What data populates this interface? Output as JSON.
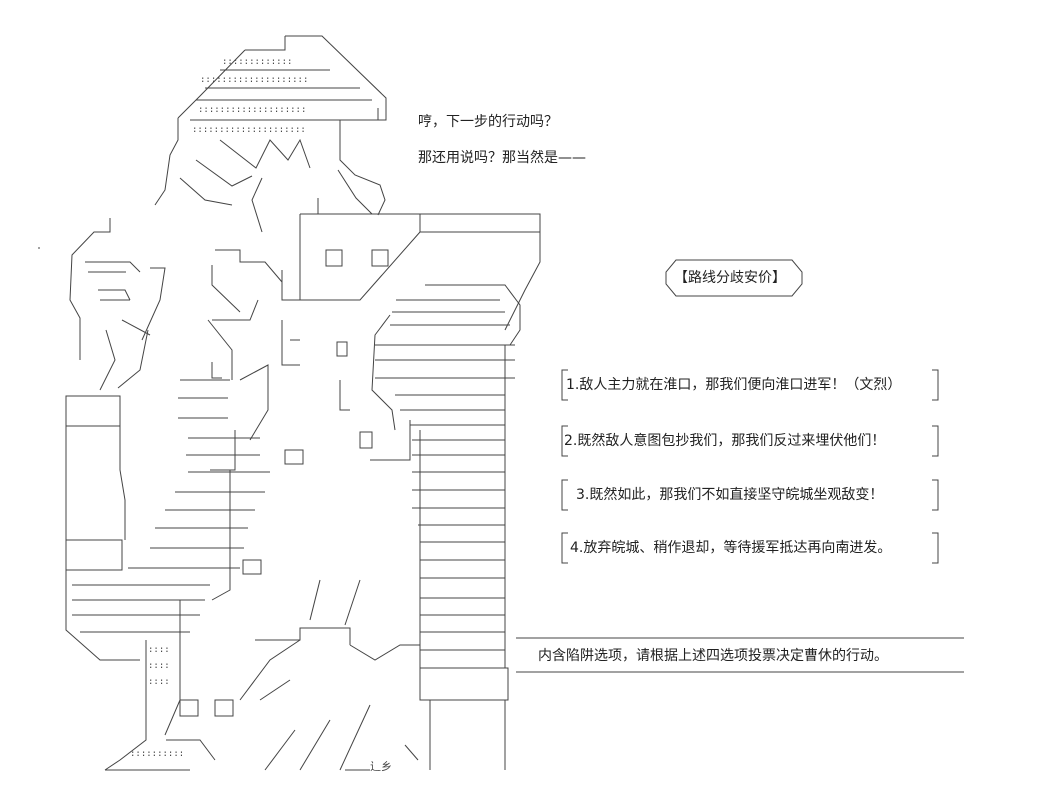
{
  "dialogue": {
    "line1": "哼，下一步的行动吗？",
    "line2": "那还用说吗？那当然是——"
  },
  "route_title": "【路线分歧安价】",
  "options": [
    "1.敌人主力就在淮口，那我们便向淮口进军！（文烈）",
    "2.既然敌人意图包抄我们，那我们反过来埋伏他们！",
    "3.既然如此，那我们不如直接坚守皖城坐观敌变！",
    "4.放弃皖城、稍作退却，等待援军抵达再向南进发。"
  ],
  "note": "内含陷阱选项，请根据上述四选项投票决定曹休的行动。",
  "signature": "辶乡"
}
